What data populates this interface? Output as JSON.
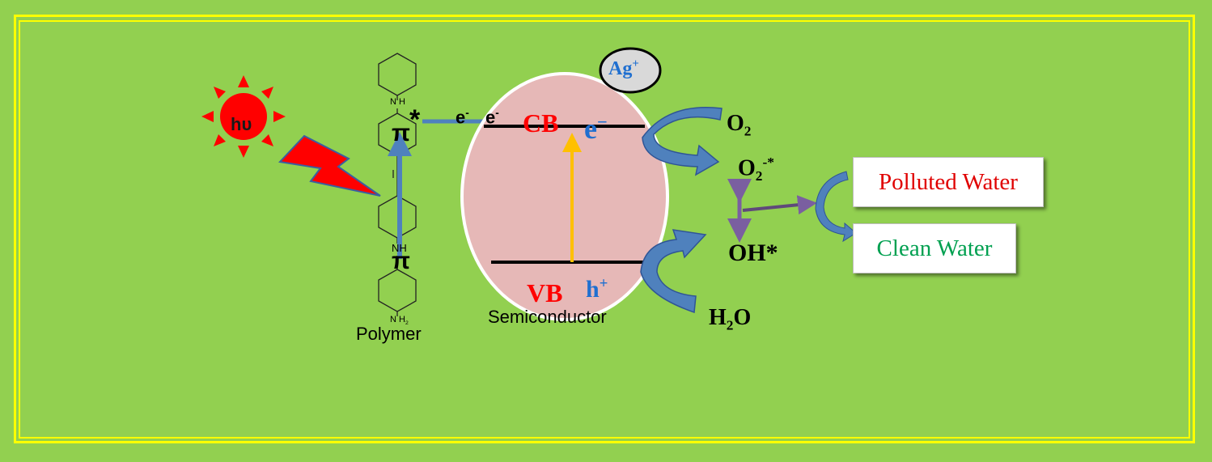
{
  "sun": {
    "label": "hυ",
    "color": "#ff0000"
  },
  "polymer": {
    "label": "Polymer",
    "nh_top": "N H",
    "nh_bottom": "NH",
    "nh2": "N H",
    "nh2_sub": "2",
    "pi_top": "π",
    "pi_bottom": "π",
    "star": "*",
    "electron_1": "e",
    "electron_2": "e",
    "electron_sup": "-"
  },
  "semiconductor": {
    "label": "Semiconductor",
    "cb": "CB",
    "vb": "VB",
    "electron": "e",
    "electron_sup": "−",
    "hole": "h",
    "hole_sup": "+",
    "fill": "#e6b8b7"
  },
  "silver": {
    "label": "Ag",
    "sup": "+"
  },
  "species": {
    "o2": "O",
    "o2_sub": "2",
    "o2_radical": "O",
    "o2_radical_sub": "2",
    "o2_radical_sup": "-*",
    "oh": "OH*",
    "h2o_h": "H",
    "h2o_sub": "2",
    "h2o_o": "O"
  },
  "water": {
    "polluted": "Polluted Water",
    "clean": "Clean Water",
    "polluted_color": "#e00000",
    "clean_color": "#00a050"
  },
  "colors": {
    "background": "#92d050",
    "border": "#ffff00",
    "arrow_blue": "#4f81bd",
    "arrow_purple": "#8064a2",
    "arrow_yellow": "#ffc000",
    "red": "#ff0000",
    "blue": "#1f6fd0"
  }
}
